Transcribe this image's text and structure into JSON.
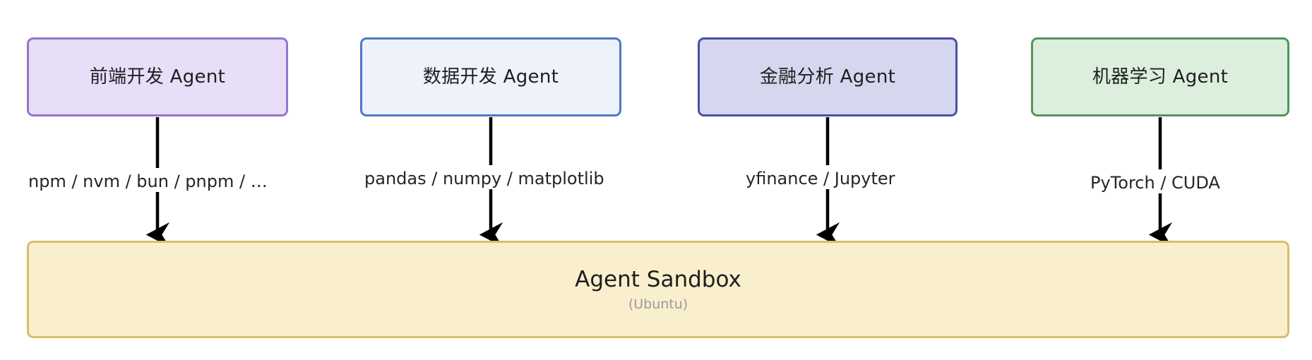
{
  "diagram": {
    "type": "flowchart",
    "direction": "top-down",
    "nodes": [
      {
        "id": "frontend",
        "label": "前端开发 Agent",
        "fill": "#E8DEF8",
        "border": "#9575CD"
      },
      {
        "id": "data",
        "label": "数据开发 Agent",
        "fill": "#EEF2FB",
        "border": "#4C78C8"
      },
      {
        "id": "finance",
        "label": "金融分析 Agent",
        "fill": "#D4D7EE",
        "border": "#4B4FA6"
      },
      {
        "id": "ml",
        "label": "机器学习 Agent",
        "fill": "#DCEEDC",
        "border": "#539460"
      }
    ],
    "edges": [
      {
        "from": "frontend",
        "to": "sandbox",
        "label": "npm / nvm / bun / pnpm / …"
      },
      {
        "from": "data",
        "to": "sandbox",
        "label": "pandas / numpy / matplotlib"
      },
      {
        "from": "finance",
        "to": "sandbox",
        "label": "yfinance / Jupyter"
      },
      {
        "from": "ml",
        "to": "sandbox",
        "label": "PyTorch / CUDA"
      }
    ],
    "sandbox": {
      "title": "Agent Sandbox",
      "subtitle": "(Ubuntu)",
      "fill": "#FAEFCD",
      "border": "#D7BE6C"
    },
    "edge_color": "#000000",
    "background": "#ffffff"
  }
}
